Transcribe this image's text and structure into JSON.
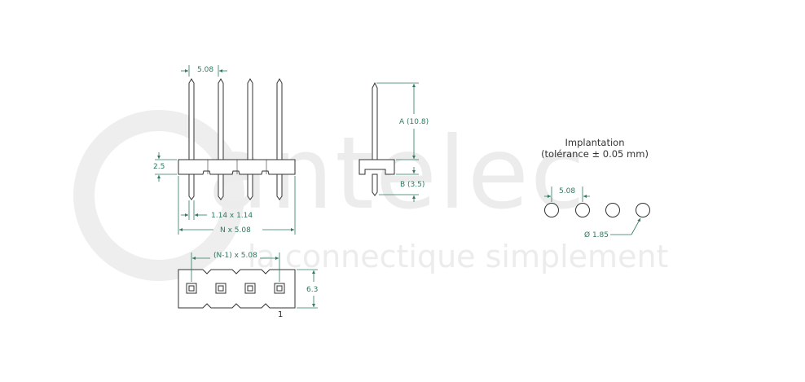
{
  "watermark": {
    "brand": "antelec",
    "tagline": "la connectique simplement"
  },
  "front_view": {
    "pitch_label": "5.08",
    "height_label": "2.5",
    "pin_section_label": "1.14 x 1.14",
    "length_label": "N x 5.08"
  },
  "side_view": {
    "a_label": "A (10.8)",
    "b_label": "B (3.5)"
  },
  "top_view": {
    "pitch_label": "(N-1) x 5.08",
    "depth_label": "6.3",
    "pin_one_label": "1"
  },
  "implantation": {
    "title_line1": "Implantation",
    "title_line2": "(tolérance ± 0.05 mm)",
    "pitch_label": "5.08",
    "hole_label": "Ø 1.85"
  },
  "colors": {
    "dimension": "#2c7a5c",
    "outline": "#333333",
    "watermark": "#ececec"
  }
}
